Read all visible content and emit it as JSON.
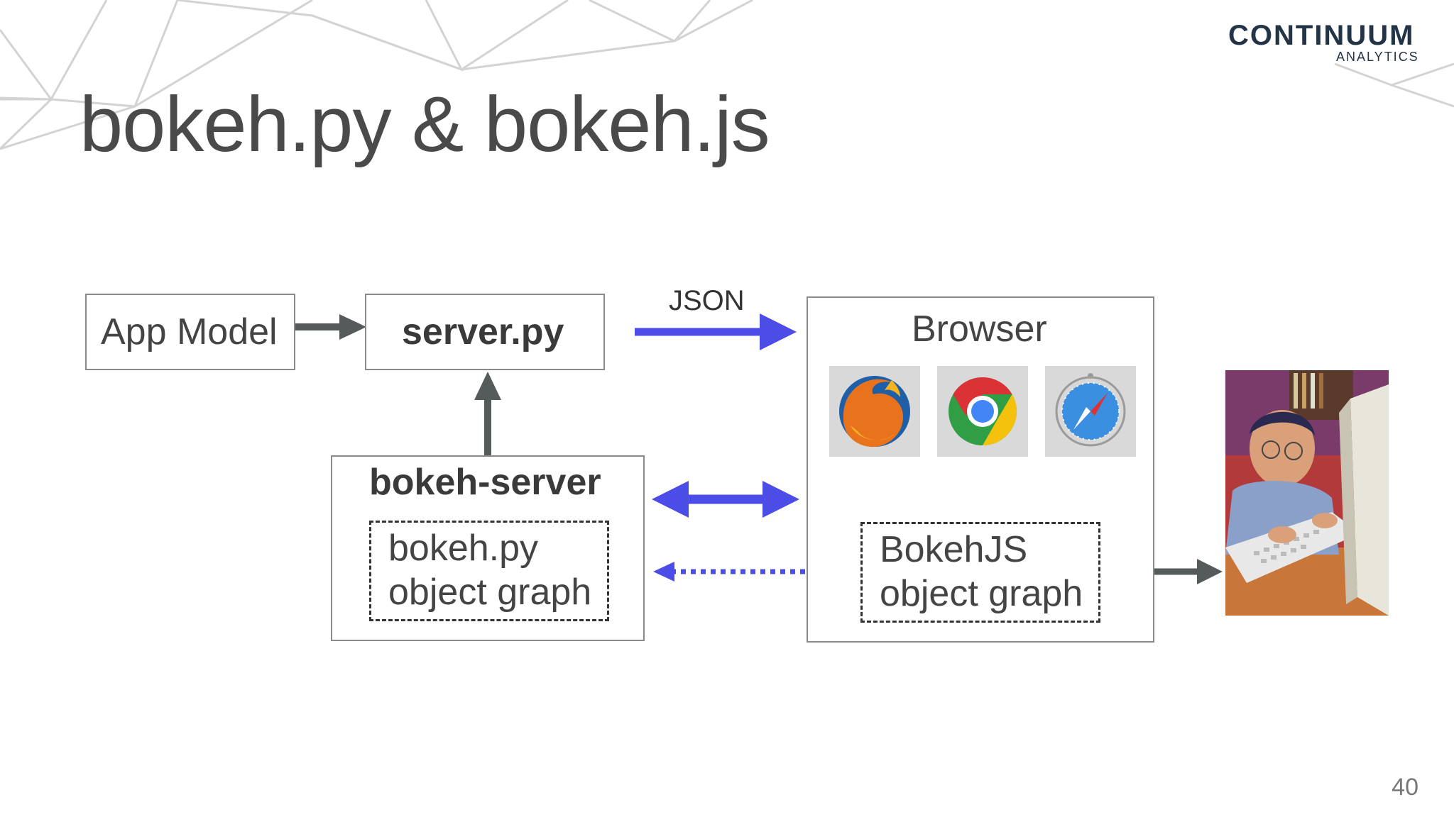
{
  "slide": {
    "title": "bokeh.py & bokeh.js",
    "page_number": "40"
  },
  "logo": {
    "name": "CONTINUUM",
    "sub": "ANALYTICS"
  },
  "diagram": {
    "app_model": "App Model",
    "server_py": "server.py",
    "json_label": "JSON",
    "browser": "Browser",
    "bokeh_server": "bokeh-server",
    "py_graph_line1": "bokeh.py",
    "py_graph_line2": "object graph",
    "js_graph_line1": "BokehJS",
    "js_graph_line2": "object graph"
  },
  "icons": [
    "firefox-icon",
    "chrome-icon",
    "safari-icon",
    "user-photo"
  ],
  "colors": {
    "accent_arrow": "#4b4de6",
    "gray_arrow": "#555a5a",
    "title": "#4a4a4a"
  }
}
